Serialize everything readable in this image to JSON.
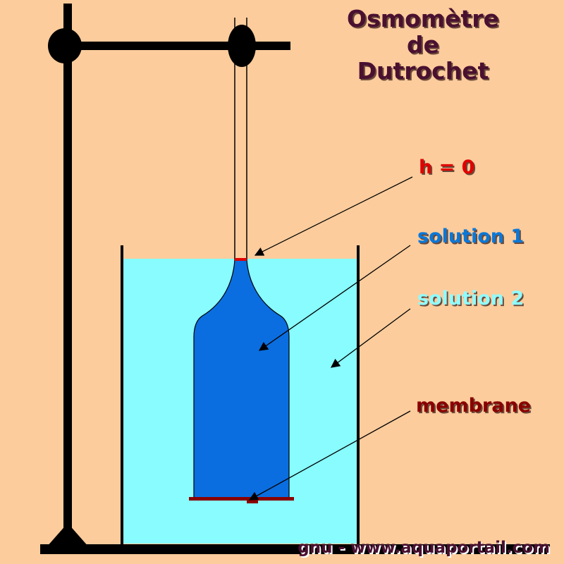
{
  "title": {
    "line1": "Osmomètre",
    "line2": "de",
    "line3": "Dutrochet"
  },
  "labels": {
    "h_zero": "h = 0",
    "solution1": "solution 1",
    "solution2": "solution 2",
    "membrane": "membrane"
  },
  "credit": "gnu - www.aquaportail.com",
  "colors": {
    "background": "#fccc9c",
    "title": "#4a1030",
    "h_zero": "#e00000",
    "solution1": "#0a78d8",
    "solution2": "#8ffcff",
    "membrane": "#8a0000",
    "credit": "#4a1030",
    "beaker_water": "#88fcff",
    "inner_solution": "#0a6ee0",
    "stand": "#000000"
  }
}
